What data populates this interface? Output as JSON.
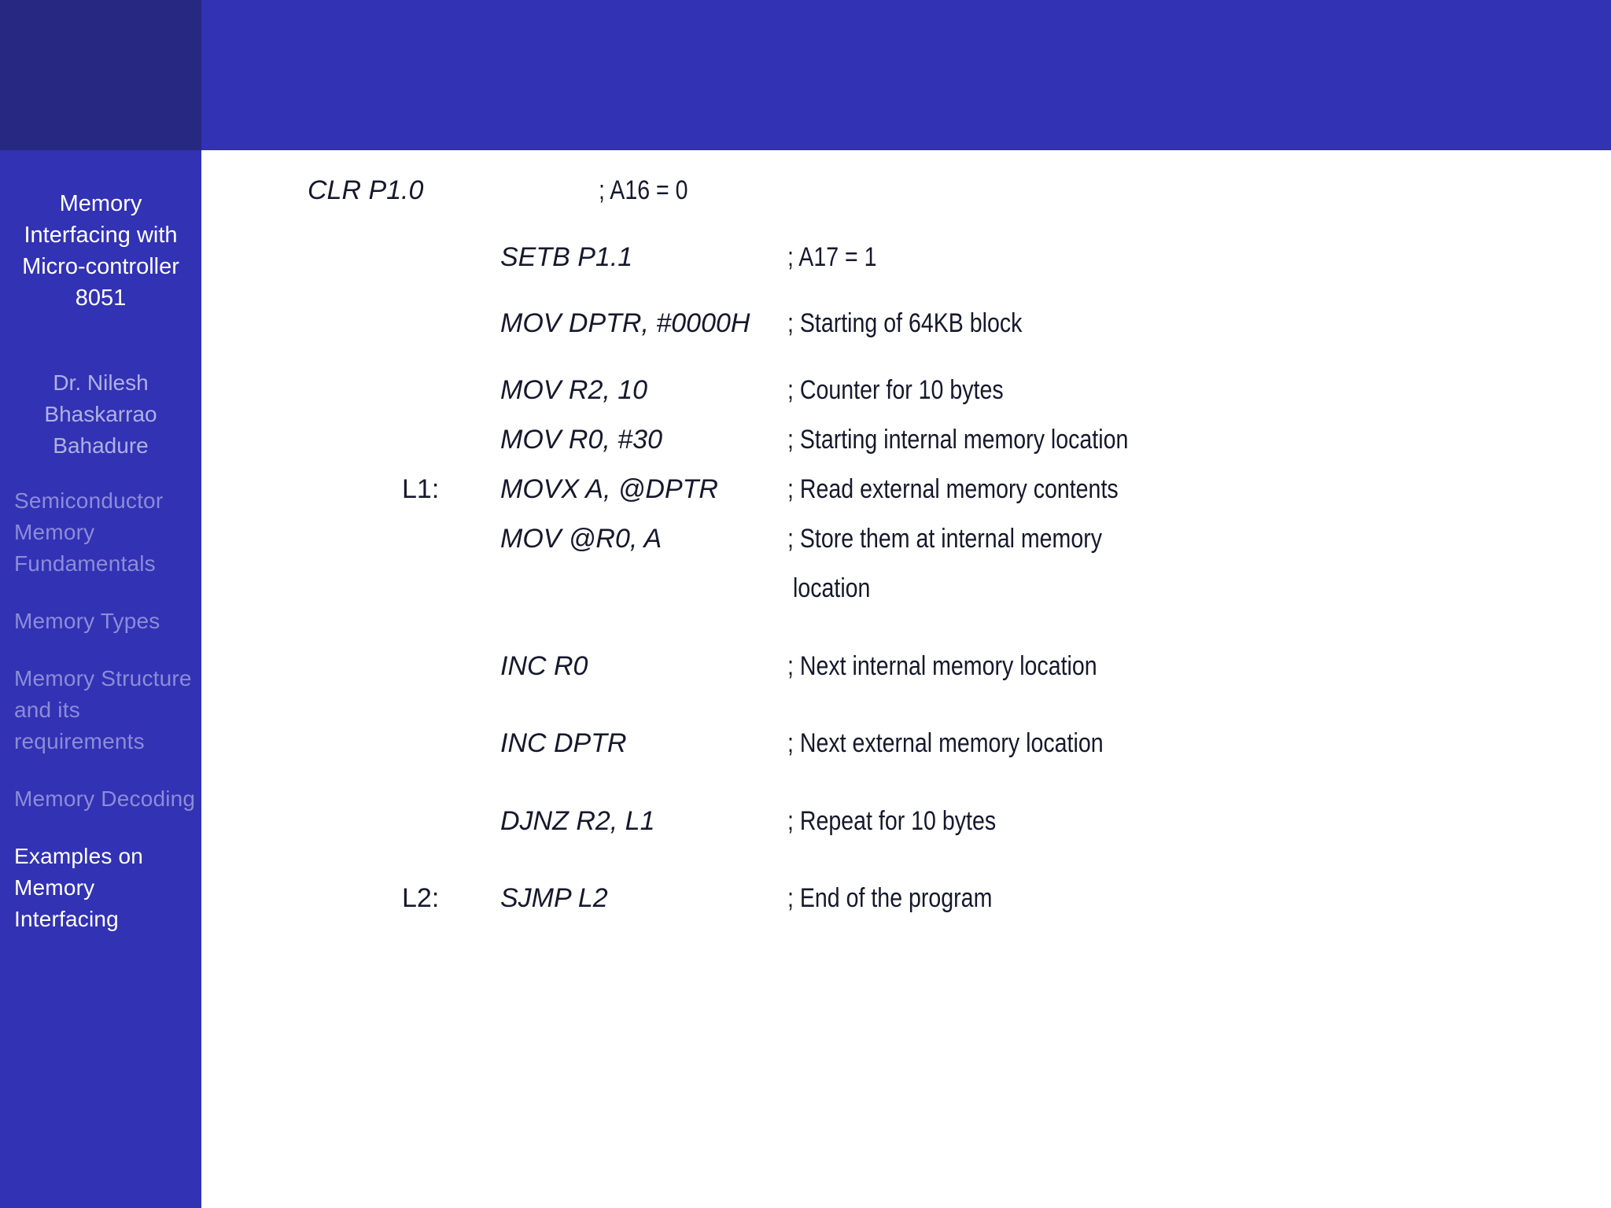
{
  "slide": {
    "header": {
      "title": ""
    },
    "sidebar": {
      "deck_title": "Memory Interfacing with Micro-controller 8051",
      "author": "Dr. Nilesh Bhaskarrao Bahadure",
      "items": [
        {
          "label": "Semiconductor Memory Fundamentals",
          "active": false
        },
        {
          "label": "Memory Types",
          "active": false
        },
        {
          "label": "Memory Structure and its requirements",
          "active": false
        },
        {
          "label": "Memory Decoding",
          "active": false
        },
        {
          "label": "Examples on Memory Interfacing",
          "active": true
        }
      ]
    },
    "code_listing": [
      {
        "label": "",
        "code": "CLR P1.0",
        "comment": "; A16 = 0"
      },
      {
        "label": "",
        "code": "SETB P1.1",
        "comment": "; A17 = 1"
      },
      {
        "label": "",
        "code": "MOV DPTR, #0000H",
        "comment": "; Starting of 64KB block"
      },
      {
        "label": "",
        "code": "MOV R2, 10",
        "comment": "; Counter for 10 bytes"
      },
      {
        "label": "",
        "code": "MOV R0, #30",
        "comment": "; Starting internal memory location"
      },
      {
        "label": "L1:",
        "code": "MOVX A, @DPTR",
        "comment": "; Read external memory contents"
      },
      {
        "label": "",
        "code": "MOV @R0, A",
        "comment": "; Store them at internal memory"
      },
      {
        "label": "",
        "code": "",
        "comment": "location"
      },
      {
        "label": "",
        "code": "INC R0",
        "comment": "; Next internal memory location"
      },
      {
        "label": "",
        "code": "INC DPTR",
        "comment": "; Next external memory location"
      },
      {
        "label": "",
        "code": "DJNZ R2, L1",
        "comment": "; Repeat for 10 bytes"
      },
      {
        "label": "L2:",
        "code": "SJMP L2",
        "comment": "; End of the program"
      }
    ],
    "colors": {
      "banner_dark": "#272881",
      "banner_bright": "#3232b4",
      "sidebar_active_text": "#ffffff",
      "sidebar_inactive_text": "#8c8cd8",
      "body_text": "#16182c",
      "page_background": "#ffffff"
    }
  }
}
